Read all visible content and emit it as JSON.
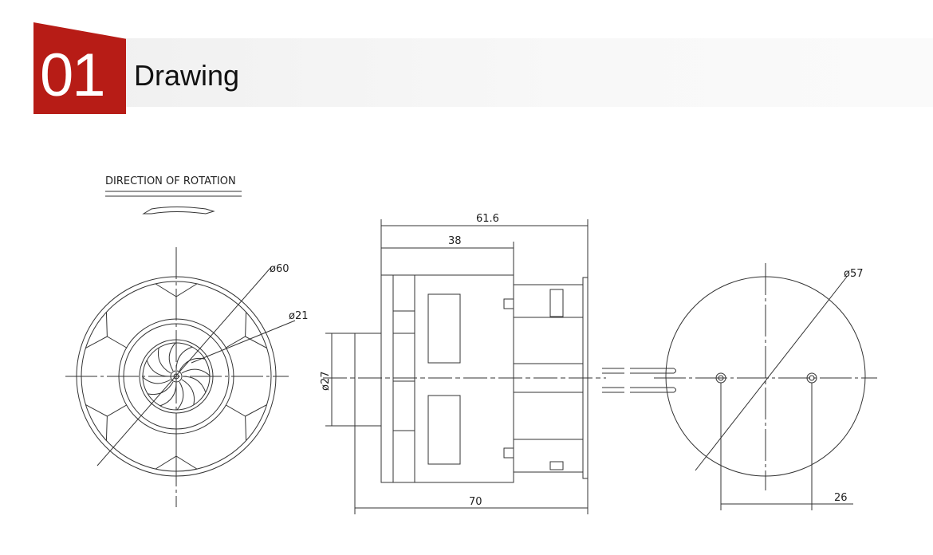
{
  "header": {
    "number": "01",
    "title": "Drawing",
    "accent": "#b71c16"
  },
  "drawing": {
    "rotation_label": "DIRECTION OF ROTATION",
    "dims": {
      "d60": "ø60",
      "d21": "ø21",
      "d27": "ø27",
      "d57": "ø57",
      "len_61_6": "61.6",
      "len_38": "38",
      "len_70": "70",
      "len_26": "26"
    }
  }
}
